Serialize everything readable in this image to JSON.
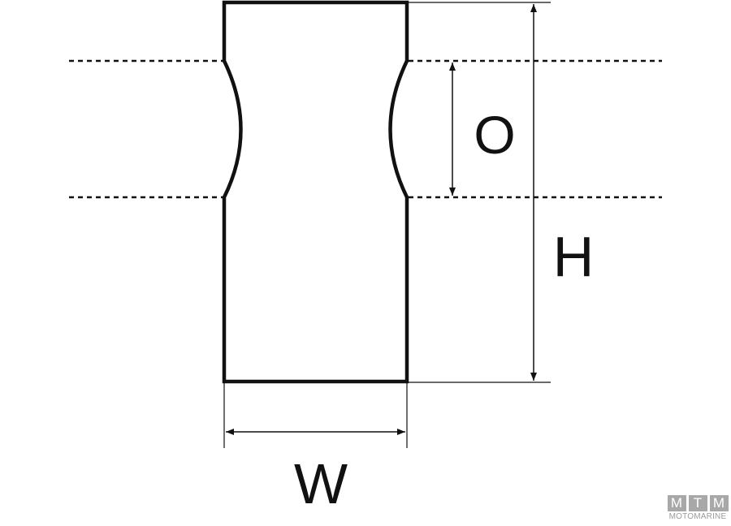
{
  "diagram": {
    "labels": {
      "overlap": "O",
      "height": "H",
      "width": "W"
    },
    "line_color": "#111111"
  },
  "watermark": {
    "letters": [
      "M",
      "T",
      "M"
    ],
    "text": "MOTOMARINE"
  }
}
